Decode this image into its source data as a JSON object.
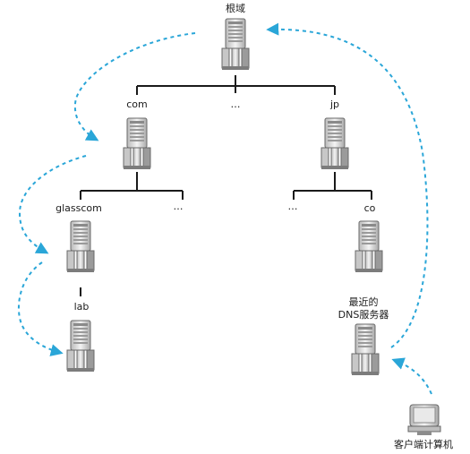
{
  "nodes": {
    "root": {
      "label": "根域"
    },
    "com": {
      "label": "com"
    },
    "root_more": {
      "label": "…"
    },
    "jp": {
      "label": "jp"
    },
    "glasscom": {
      "label": "glasscom"
    },
    "com_more": {
      "label": "…"
    },
    "jp_more": {
      "label": "…"
    },
    "co": {
      "label": "co"
    },
    "lab": {
      "label": "lab"
    },
    "local_dns": {
      "label_line1": "最近的",
      "label_line2": "DNS服务器"
    },
    "client": {
      "label": "客户端计算机"
    }
  },
  "colors": {
    "arrow": "#2aa6d8",
    "line": "#1a1a1a"
  },
  "icons": {
    "server": "server-icon",
    "client": "computer-icon"
  }
}
